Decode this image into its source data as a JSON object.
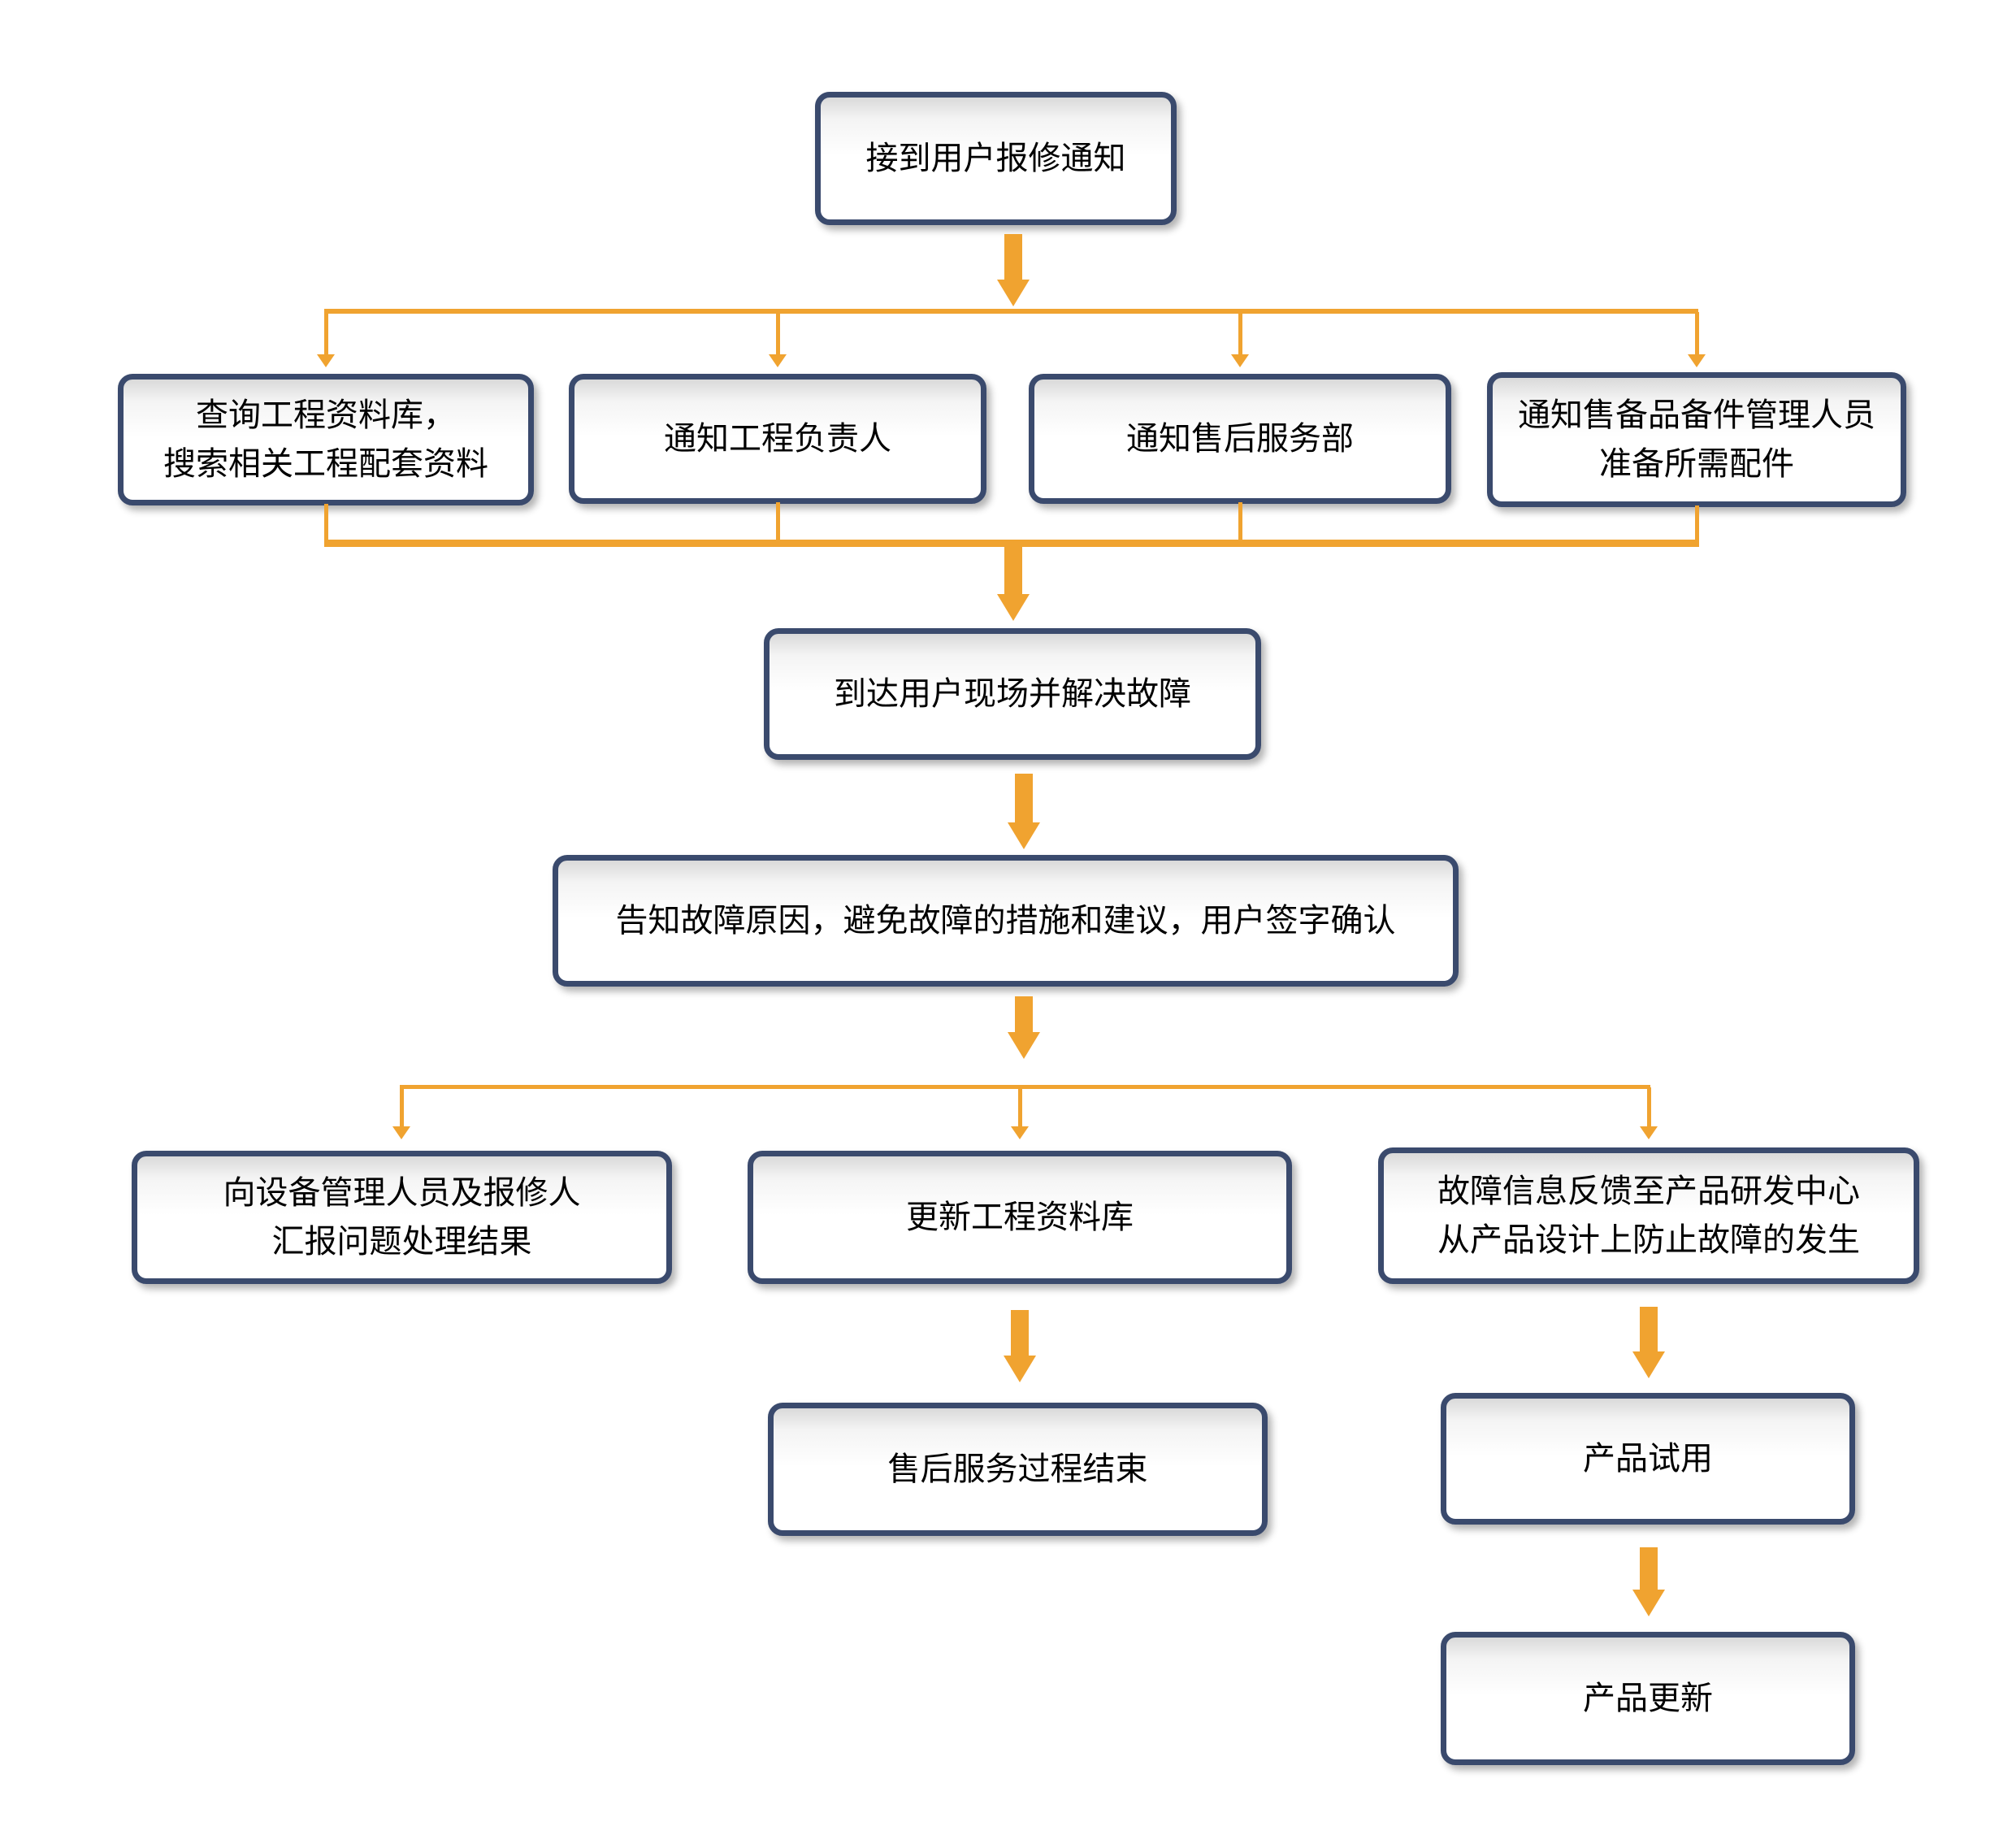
{
  "diagram": {
    "colors": {
      "box_border": "#3a4a6d",
      "box_fill": "#ffffff",
      "box_fill_top_shade": "#d9d9d9",
      "arrow": "#f0a330",
      "text": "#000000",
      "background": "#ffffff"
    },
    "nodes": {
      "receive_notice": {
        "label": "接到用户报修通知"
      },
      "query_database": {
        "label": "查询工程资料库，\n搜索相关工程配套资料"
      },
      "notify_engineer": {
        "label": "通知工程负责人"
      },
      "notify_aftersales": {
        "label": "通知售后服务部"
      },
      "notify_spareparts": {
        "label": "通知售备品备件管理人员\n准备所需配件"
      },
      "arrive_resolve": {
        "label": "到达用户现场并解决故障"
      },
      "inform_confirm": {
        "label": "告知故障原因，避免故障的措施和建议，用户签字确认"
      },
      "report_result": {
        "label": "向设备管理人员及报修人\n汇报问题处理结果"
      },
      "update_database": {
        "label": "更新工程资料库"
      },
      "feedback_rnd": {
        "label": "故障信息反馈至产品研发中心\n从产品设计上防止故障的发生"
      },
      "service_end": {
        "label": "售后服务过程结束"
      },
      "product_trial": {
        "label": "产品试用"
      },
      "product_update": {
        "label": "产品更新"
      }
    },
    "edges": [
      {
        "from": "receive_notice",
        "to": "query_database"
      },
      {
        "from": "receive_notice",
        "to": "notify_engineer"
      },
      {
        "from": "receive_notice",
        "to": "notify_aftersales"
      },
      {
        "from": "receive_notice",
        "to": "notify_spareparts"
      },
      {
        "from": "query_database",
        "to": "arrive_resolve"
      },
      {
        "from": "notify_engineer",
        "to": "arrive_resolve"
      },
      {
        "from": "notify_aftersales",
        "to": "arrive_resolve"
      },
      {
        "from": "notify_spareparts",
        "to": "arrive_resolve"
      },
      {
        "from": "arrive_resolve",
        "to": "inform_confirm"
      },
      {
        "from": "inform_confirm",
        "to": "report_result"
      },
      {
        "from": "inform_confirm",
        "to": "update_database"
      },
      {
        "from": "inform_confirm",
        "to": "feedback_rnd"
      },
      {
        "from": "update_database",
        "to": "service_end"
      },
      {
        "from": "feedback_rnd",
        "to": "product_trial"
      },
      {
        "from": "product_trial",
        "to": "product_update"
      }
    ]
  }
}
